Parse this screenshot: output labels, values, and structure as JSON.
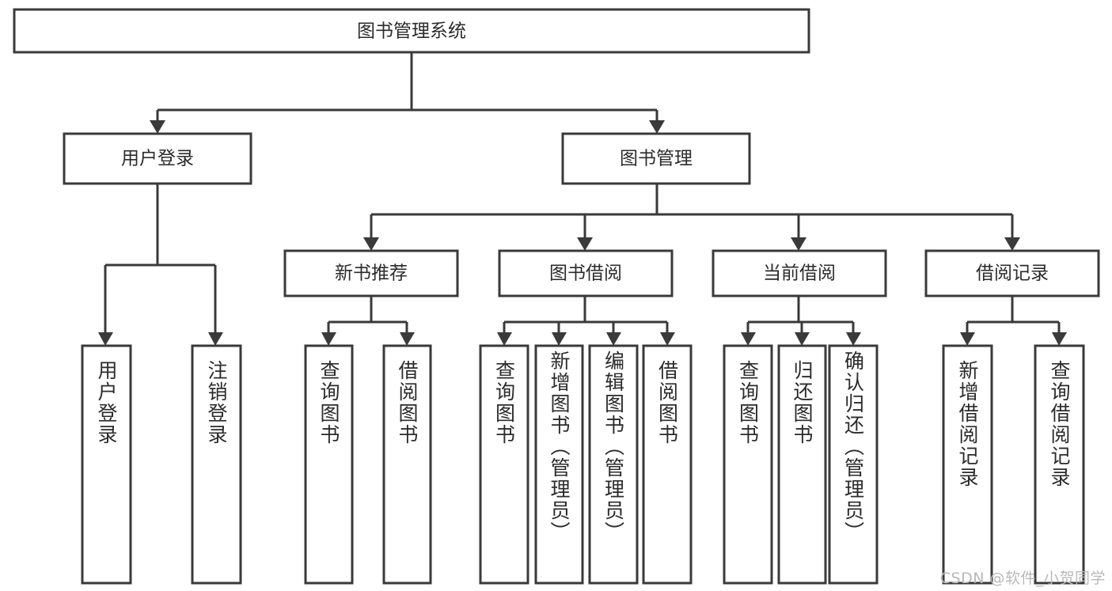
{
  "diagram": {
    "type": "tree-hierarchy",
    "title": "图书管理系统",
    "orientation": "top-down",
    "colors": {
      "box_stroke": "#3a3a3a",
      "box_fill": "#ffffff",
      "text": "#2b2b2b",
      "background": "#ffffff",
      "watermark": "#b9b9b9"
    },
    "root": {
      "label": "图书管理系统",
      "level": 0
    },
    "level1": [
      {
        "label": "用户登录"
      },
      {
        "label": "图书管理"
      }
    ],
    "level2": [
      {
        "label": "新书推荐",
        "parent": "图书管理"
      },
      {
        "label": "图书借阅",
        "parent": "图书管理"
      },
      {
        "label": "当前借阅",
        "parent": "图书管理"
      },
      {
        "label": "借阅记录",
        "parent": "图书管理"
      }
    ],
    "leaves": {
      "用户登录": [
        "用户登录",
        "注销登录"
      ],
      "新书推荐": [
        "查询图书",
        "借阅图书"
      ],
      "图书借阅": [
        "查询图书",
        "新增图书（管理员）",
        "编辑图书（管理员）",
        "借阅图书"
      ],
      "当前借阅": [
        "查询图书",
        "归还图书",
        "确认归还（管理员）"
      ],
      "借阅记录": [
        "新增借阅记录",
        "查询借阅记录"
      ]
    }
  },
  "watermark": {
    "text": "CSDN @软件_小贺同学"
  }
}
